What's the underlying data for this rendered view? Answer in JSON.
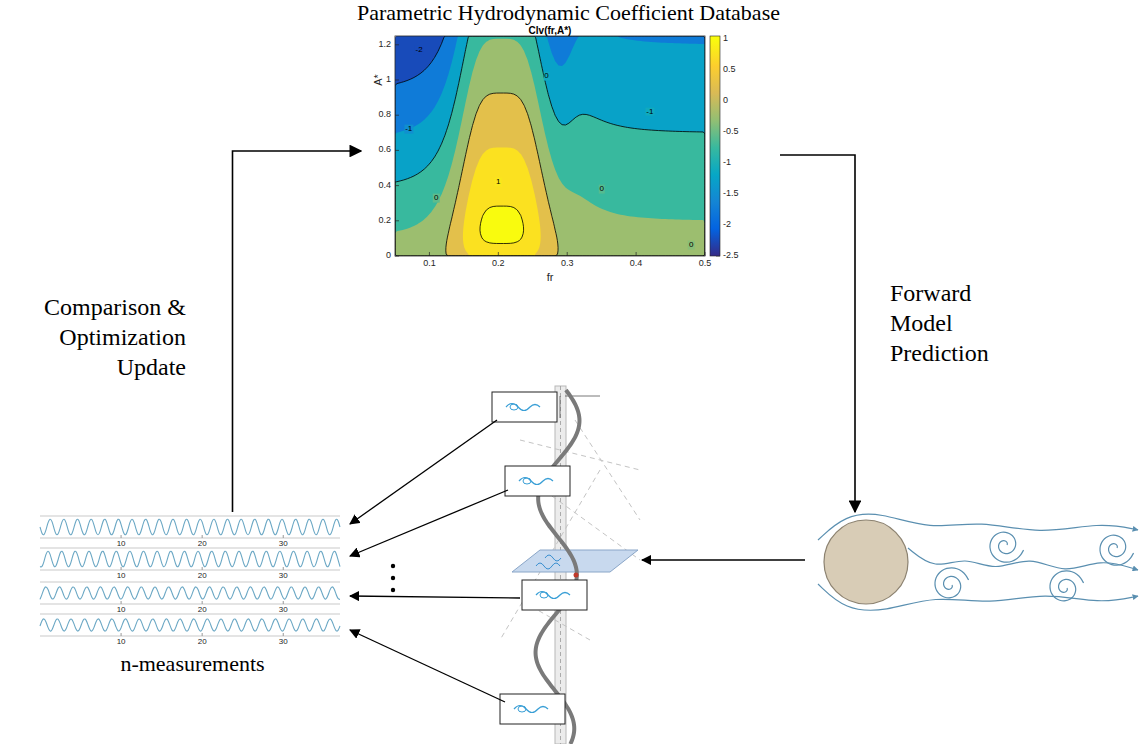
{
  "diagram": {
    "nodes": [
      {
        "text": [
          "Parametric Hydrodynamic Coefficient Database"
        ]
      },
      {
        "text": [
          "n-measurements"
        ]
      }
    ],
    "edges": [
      {
        "from": 1,
        "to": 0,
        "arrow": "to",
        "label": "Comparison & Optimization Update"
      }
    ],
    "labels": [
      "Clv(fr,A*)",
      "A*",
      "fr",
      "0",
      "0.2",
      "0.4",
      "0.6",
      "0.8",
      "1",
      "1.2",
      "0.1",
      "0.2",
      "0.3",
      "0.4",
      "0.5",
      "1",
      "0.5",
      "0",
      "-0.5",
      "-1",
      "-1.5",
      "-2",
      "-2.5",
      "-2",
      "-1",
      "0",
      "1",
      "0",
      "0",
      "-1",
      "0",
      "Forward Model Prediction",
      "10",
      "20",
      "30",
      "10",
      "20",
      "30",
      "10",
      "20",
      "30",
      "10",
      "20",
      "30"
    ]
  }
}
